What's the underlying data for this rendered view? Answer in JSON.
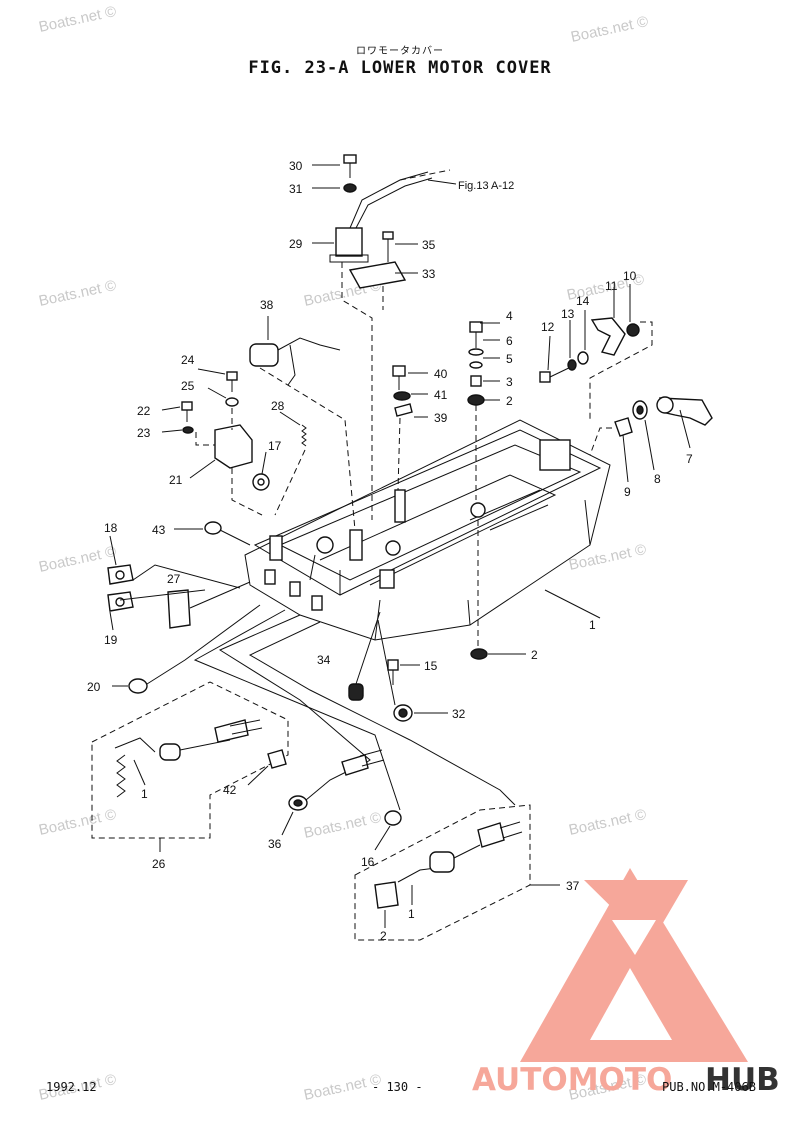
{
  "header": {
    "subtitle": "ロワモータカバー",
    "title": "FIG. 23-A LOWER MOTOR COVER"
  },
  "footer": {
    "date": "1992.12",
    "page": "- 130 -",
    "pub": "PUB.NO.M-406B"
  },
  "watermark": "Boats.net ©",
  "reference": "Fig.13 A-12",
  "logo": {
    "part_a": "AUTOMOTO",
    "part_b": "HUB",
    "color_primary": "#f6a79a",
    "color_dark": "#333333"
  },
  "callouts": [
    "1",
    "2",
    "3",
    "4",
    "5",
    "6",
    "7",
    "8",
    "9",
    "10",
    "11",
    "12",
    "13",
    "14",
    "15",
    "16",
    "17",
    "18",
    "19",
    "20",
    "21",
    "22",
    "23",
    "24",
    "25",
    "26",
    "27",
    "28",
    "29",
    "30",
    "31",
    "32",
    "33",
    "34",
    "35",
    "36",
    "37",
    "38",
    "39",
    "40",
    "41",
    "42",
    "43"
  ],
  "labels": {
    "c30": "30",
    "c31": "31",
    "c29": "29",
    "c35": "35",
    "c33": "33",
    "c38": "38",
    "c10": "10",
    "c11": "11",
    "c14": "14",
    "c13": "13",
    "c12": "12",
    "c4": "4",
    "c6": "6",
    "c5": "5",
    "c3": "3",
    "c2a": "2",
    "c40": "40",
    "c41": "41",
    "c39": "39",
    "c24": "24",
    "c25": "25",
    "c28": "28",
    "c22": "22",
    "c23": "23",
    "c17": "17",
    "c21": "21",
    "c7": "7",
    "c8": "8",
    "c9": "9",
    "c18": "18",
    "c43": "43",
    "c27": "27",
    "c19": "19",
    "c1": "1",
    "c2b": "2",
    "c34": "34",
    "c15": "15",
    "c20": "20",
    "c32": "32",
    "c1b": "1",
    "c42": "42",
    "c36": "36",
    "c26": "26",
    "c16": "16",
    "c37": "37",
    "c1c": "1",
    "c2c": "2"
  }
}
